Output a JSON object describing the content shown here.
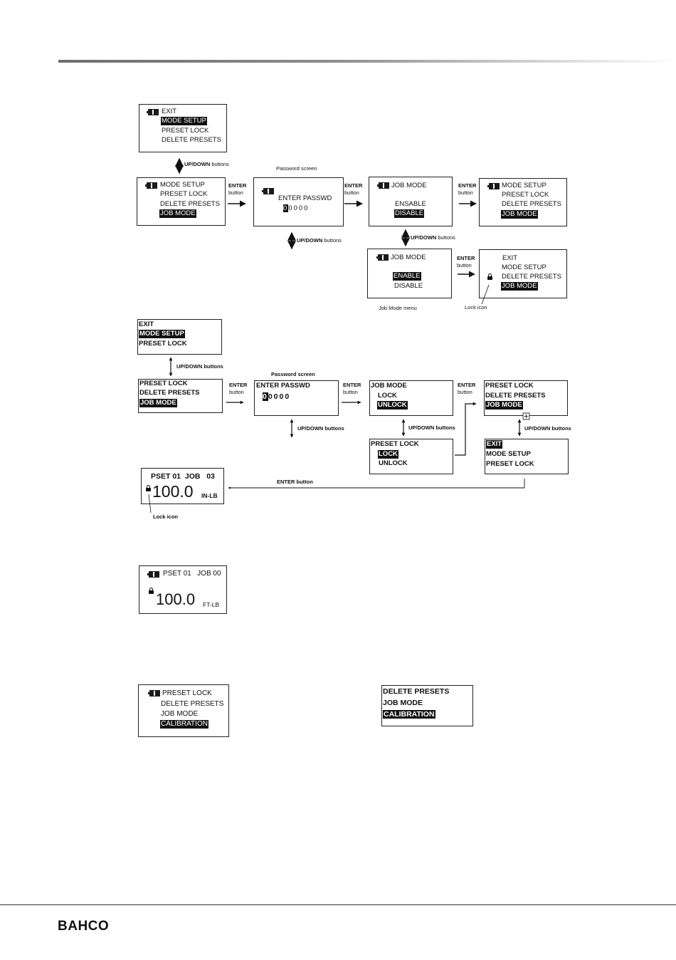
{
  "colors": {
    "ink": "#111111",
    "highlight_bg": "#111111",
    "highlight_fg": "#ffffff"
  },
  "diagram1": {
    "start": {
      "items": [
        "EXIT",
        "MODE SETUP",
        "PRESET LOCK",
        "DELETE PRESETS"
      ]
    },
    "updown_label_parts": [
      "UP/DOWN",
      " buttons"
    ],
    "menu": {
      "items": [
        "MODE SETUP",
        "PRESET LOCK",
        "DELETE PRESETS",
        "JOB MODE"
      ]
    },
    "enter_label": "ENTER",
    "button_label": "button",
    "password_caption": "Password screen",
    "password": {
      "label": "ENTER PASSWD",
      "first_digit": "0",
      "rest_digits": "0000"
    },
    "jobmode1": {
      "title": "JOB MODE",
      "opt1": "ENSABLE",
      "opt2": "DISABLE"
    },
    "result1": {
      "items": [
        "MODE SETUP",
        "PRESET LOCK",
        "DELETE PRESETS",
        "JOB MODE"
      ]
    },
    "jobmode2": {
      "title": "JOB MODE",
      "opt1": "ENABLE",
      "opt2": "DISABLE"
    },
    "result2": {
      "items": [
        "EXIT",
        "MODE SETUP",
        "DELETE PRESETS",
        "JOB MODE"
      ]
    },
    "jobmode_menu_caption": "Job Mode menu",
    "lock_icon_caption": "Lock icon"
  },
  "diagram2": {
    "start": {
      "items": [
        "EXIT",
        "MODE SETUP",
        "PRESET LOCK"
      ]
    },
    "updown_label": "UP/DOWN buttons",
    "menu": {
      "items": [
        "PRESET LOCK",
        "DELETE PRESETS",
        "JOB MODE"
      ]
    },
    "password_caption": "Password screen",
    "password": {
      "label": "ENTER PASSWD",
      "first_digit": "0",
      "rest_digits": "0000"
    },
    "jobmode": {
      "title": "JOB MODE",
      "opt1": "LOCK",
      "opt2": "UNLOCK"
    },
    "result": {
      "items": [
        "PRESET LOCK",
        "DELETE PRESETS",
        "JOB MODE"
      ]
    },
    "presetlock": {
      "title": "PRESET LOCK",
      "opt1": "LOCK",
      "opt2": "UNLOCK"
    },
    "exitmenu": {
      "items": [
        "EXIT",
        "MODE SETUP",
        "PRESET LOCK"
      ]
    },
    "enter_button_label": "ENTER button",
    "run": {
      "header": "PSET 01  JOB   03",
      "value": "100.0",
      "unit": "IN-LB"
    },
    "lock_icon_caption": "Lock icon"
  },
  "screen3": {
    "header": "PSET 01   JOB 00",
    "value": "100.0",
    "unit": "FT-LB"
  },
  "screen4": {
    "items": [
      "PRESET LOCK",
      "DELETE PRESETS",
      "JOB MODE",
      "CALIBRATION"
    ]
  },
  "screen5": {
    "items": [
      "DELETE PRESETS",
      "JOB MODE",
      "CALIBRATION"
    ]
  },
  "footer": {
    "brand": "BAHCO"
  }
}
